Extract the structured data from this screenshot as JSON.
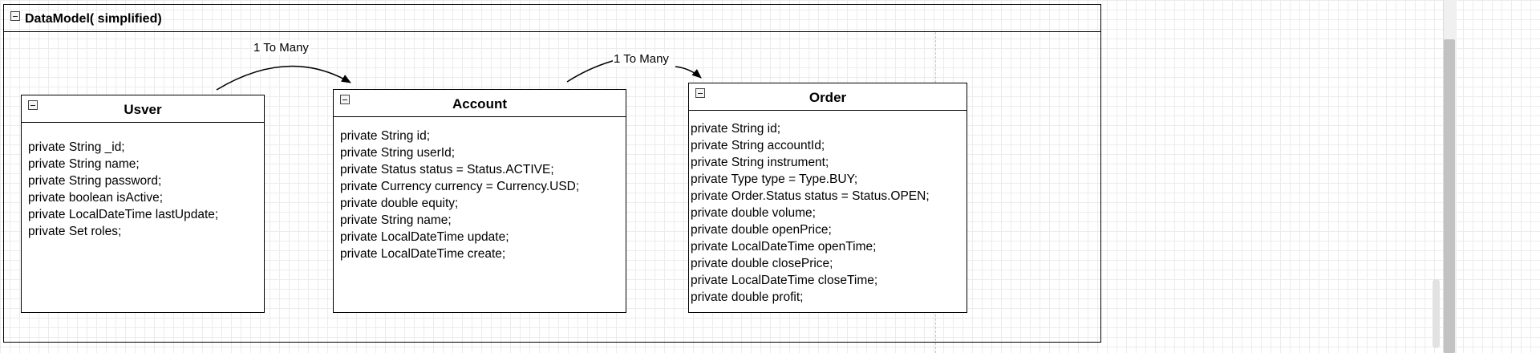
{
  "container": {
    "title": "DataModel( simplified)"
  },
  "classes": {
    "user": {
      "name": "Usver",
      "fields": [
        "private String _id;",
        "private String name;",
        "private String password;",
        "private boolean isActive;",
        "private LocalDateTime lastUpdate;",
        "private Set roles;"
      ]
    },
    "account": {
      "name": "Account",
      "fields": [
        "private String id;",
        "private String userId;",
        "private Status status = Status.ACTIVE;",
        "private Currency currency = Currency.USD;",
        "private double equity;",
        "private String name;",
        "private LocalDateTime update;",
        "private LocalDateTime create;"
      ]
    },
    "order": {
      "name": "Order",
      "fields": [
        "private String id;",
        "private String accountId;",
        "private String instrument;",
        "private Type type = Type.BUY;",
        "private Order.Status status = Status.OPEN;",
        "private double volume;",
        "private double openPrice;",
        "private LocalDateTime openTime;",
        "private double closePrice;",
        "private LocalDateTime closeTime;",
        "private double profit;"
      ]
    }
  },
  "associations": {
    "user_account": {
      "label": "1 To Many"
    },
    "account_order": {
      "label": "1 To Many"
    }
  },
  "colors": {
    "line": "#000000",
    "grid": "#ececec",
    "background": "#ffffff"
  }
}
